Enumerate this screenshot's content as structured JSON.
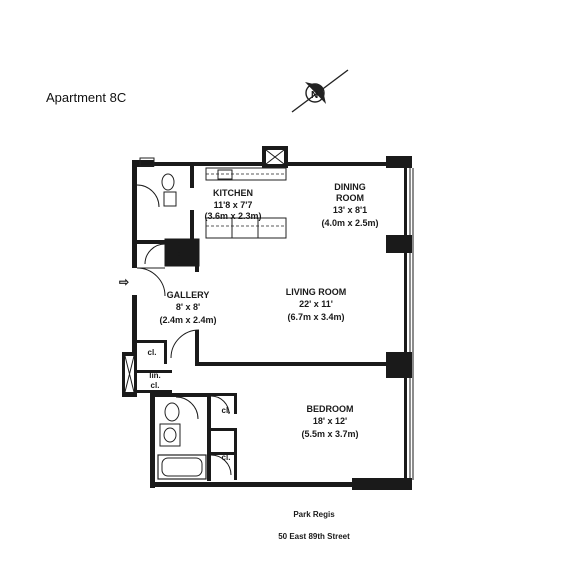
{
  "title": "Apartment 8C",
  "building": {
    "name": "Park Regis",
    "address": "50 East 89th Street"
  },
  "compass": {
    "letter": "N"
  },
  "rooms": {
    "kitchen": {
      "name": "KITCHEN",
      "dims": "11'8 x 7'7",
      "metric": "(3.6m x 2.3m)"
    },
    "dining": {
      "name1": "DINING",
      "name2": "ROOM",
      "dims": "13' x 8'1",
      "metric": "(4.0m x 2.5m)"
    },
    "living": {
      "name": "LIVING ROOM",
      "dims": "22' x 11'",
      "metric": "(6.7m x 3.4m)"
    },
    "gallery": {
      "name": "GALLERY",
      "dims": "8' x 8'",
      "metric": "(2.4m x 2.4m)"
    },
    "bedroom": {
      "name": "BEDROOM",
      "dims": "18' x 12'",
      "metric": "(5.5m x 3.7m)"
    }
  },
  "closets": {
    "cl_kitchen": "cl.",
    "cl_gallery": "cl.",
    "lin_cl_line1": "lin.",
    "lin_cl_line2": "cl.",
    "cl_bed_top": "cl.",
    "cl_bed_bottom": "cl."
  },
  "entry_arrow": "⇨"
}
